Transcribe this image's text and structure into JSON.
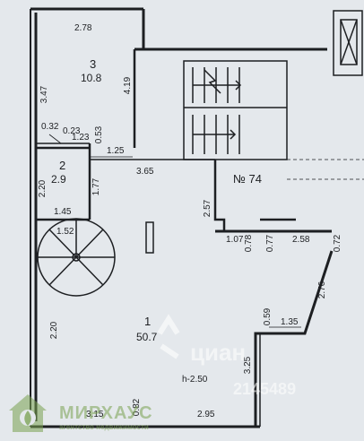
{
  "plan": {
    "apartment_label": "№ 74",
    "height_label": "h-2.50",
    "rooms": [
      {
        "number": "3",
        "area": "10.8"
      },
      {
        "number": "2",
        "area": "2.9"
      },
      {
        "number": "1",
        "area": "50.7"
      }
    ],
    "dimensions": {
      "top_width": "2.78",
      "room3_left": "3.47",
      "room3_right": "4.19",
      "d032": "0.32",
      "d023": "0.23",
      "d123": "1.23",
      "d053": "0.53",
      "d125": "1.25",
      "d365": "3.65",
      "room2_left": "2.20",
      "room2_right": "1.77",
      "d145": "1.45",
      "d257": "2.57",
      "d152": "1.52",
      "d107": "1.07",
      "d078": "0.78",
      "d077": "0.77",
      "d258": "2.58",
      "d072": "0.72",
      "d276": "2.76",
      "left_lower": "2.20",
      "d059": "0.59",
      "d135": "1.35",
      "d325": "3.25",
      "d082": "0.82",
      "bottom_right": "2.95",
      "bottom_left": "3.15"
    }
  },
  "watermarks": {
    "agency": "МИРХАУС",
    "agency_sub": "агентство недвижимости",
    "cian": "циан",
    "listing_id": "2145489"
  },
  "colors": {
    "background": "#e4e8ec",
    "walls": "#1d1f22",
    "watermark_green": "#78a050"
  }
}
